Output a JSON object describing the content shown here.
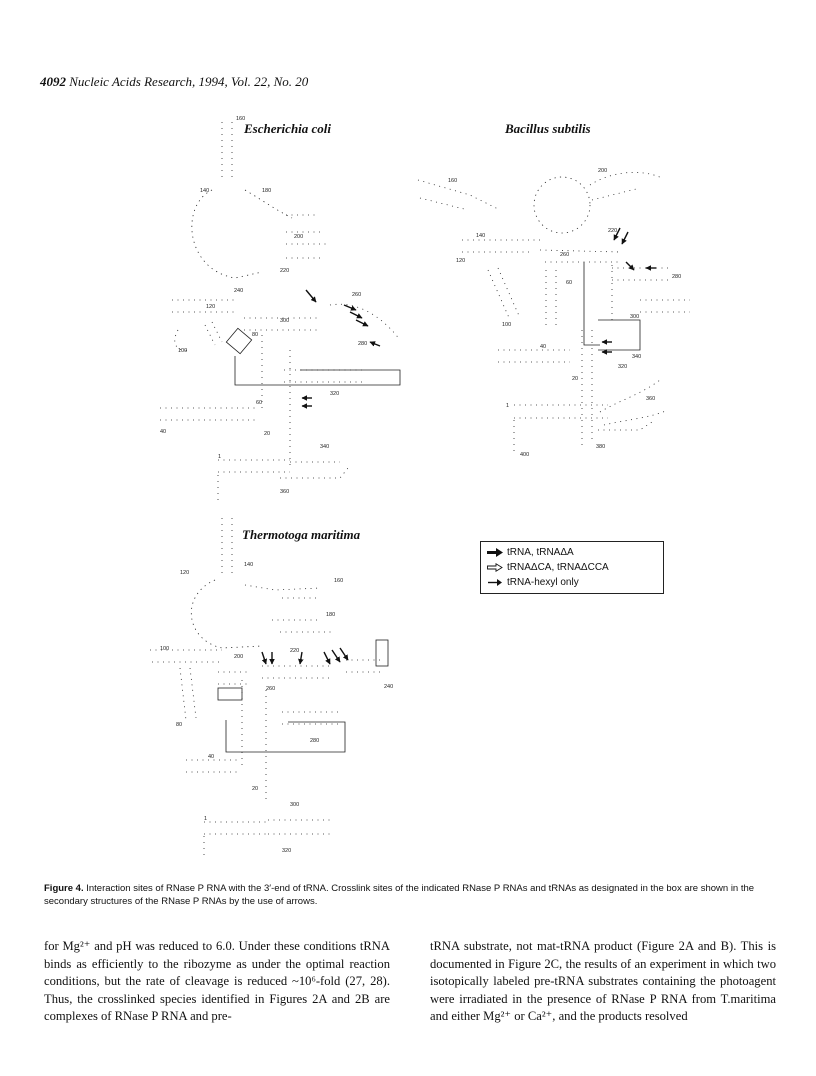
{
  "header": {
    "page_number": "4092",
    "journal": "Nucleic Acids Research, 1994, Vol. 22, No. 20"
  },
  "figure": {
    "species": [
      "Escherichia coli",
      "Bacillus subtilis",
      "Thermotoga maritima"
    ],
    "ecoli_numbers": [
      "160",
      "140",
      "180",
      "200",
      "220",
      "240",
      "120",
      "260",
      "100",
      "80",
      "300",
      "280",
      "320",
      "60",
      "20",
      "40",
      "340",
      "1",
      "360"
    ],
    "bsub_numbers": [
      "160",
      "200",
      "140",
      "220",
      "120",
      "260",
      "280",
      "100",
      "60",
      "300",
      "40",
      "320",
      "340",
      "20",
      "360",
      "1",
      "380",
      "400"
    ],
    "tmar_numbers": [
      "140",
      "120",
      "160",
      "180",
      "100",
      "220",
      "200",
      "240",
      "260",
      "80",
      "280",
      "40",
      "20",
      "300",
      "1",
      "320"
    ]
  },
  "legend": {
    "items": [
      "tRNA, tRNAΔA",
      "tRNAΔCA, tRNAΔCCA",
      "tRNA-hexyl only"
    ]
  },
  "caption": {
    "label": "Figure 4.",
    "text": "Interaction sites of RNase P RNA with the 3′-end of tRNA. Crosslink sites of the indicated RNase P RNAs and tRNAs as designated in the box are shown in the secondary structures of the RNase P RNAs by the use of arrows."
  },
  "body": {
    "left": "for Mg²⁺ and pH was reduced to 6.0. Under these conditions tRNA binds as efficiently to the ribozyme as under the optimal reaction conditions, but the rate of cleavage is reduced ~10⁶-fold (27, 28). Thus, the crosslinked species identified in Figures 2A and 2B are complexes of RNase P RNA and pre-",
    "right": "tRNA substrate, not mat-tRNA product (Figure 2A and B). This is documented in Figure 2C, the results of an experiment in which two isotopically labeled pre-tRNA substrates containing the photoagent were irradiated in the presence of RNase P RNA from T.maritima and either Mg²⁺ or Ca²⁺, and the products resolved"
  }
}
